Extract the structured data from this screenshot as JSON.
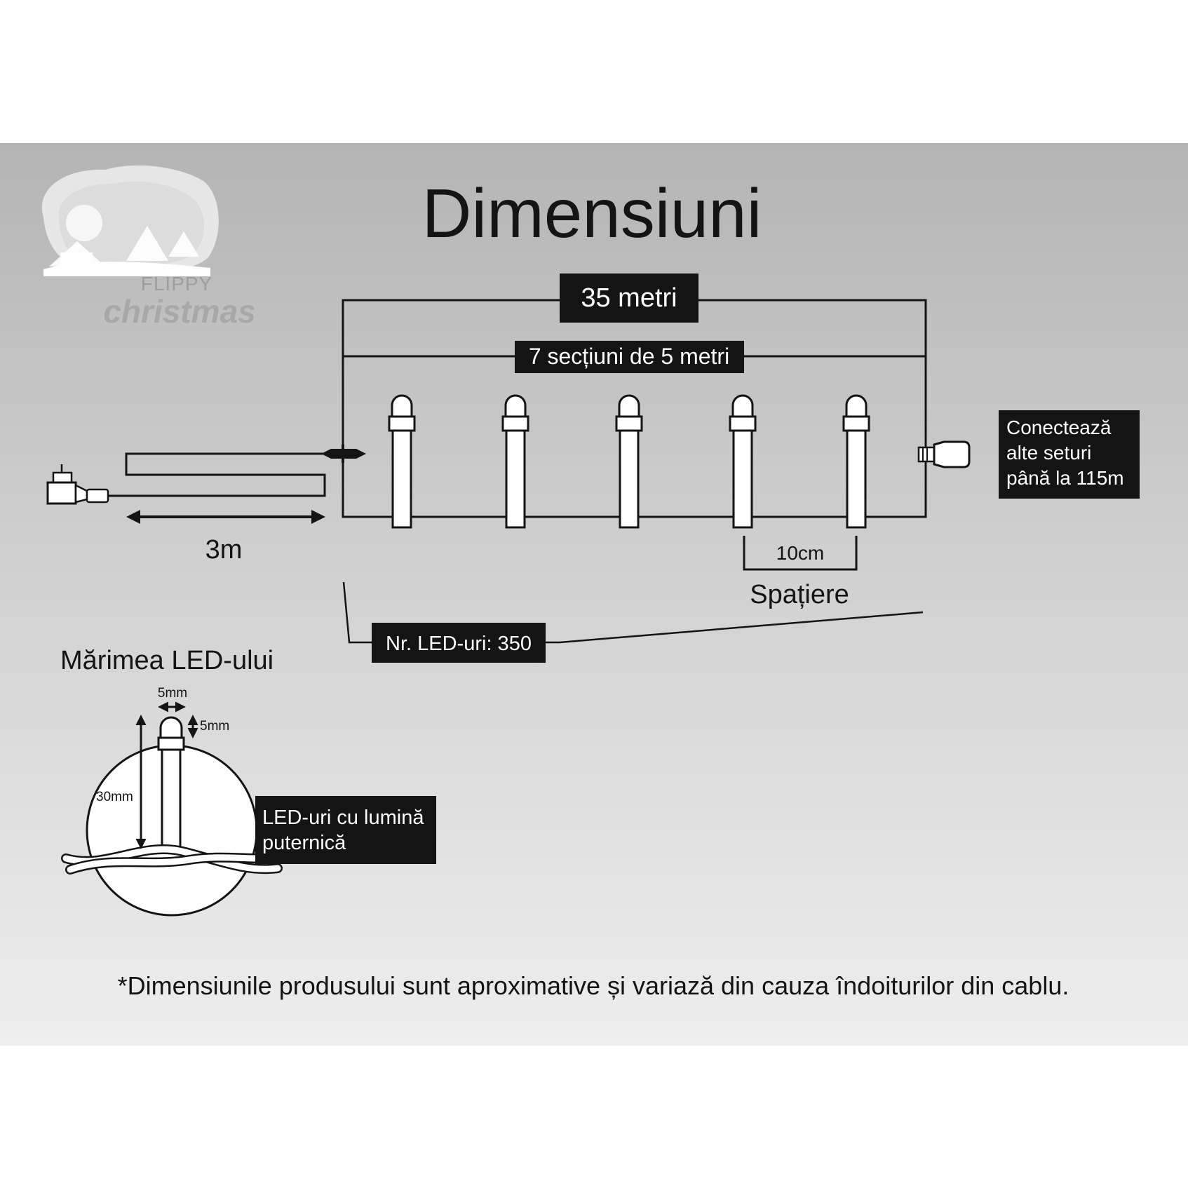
{
  "title": "Dimensiuni",
  "logo": {
    "line1": "FLIPPY",
    "line2": "christmas"
  },
  "labels": {
    "total_length": "35 metri",
    "sections": "7 secțiuni de 5 metri",
    "lead_cable": "3m",
    "spacing_value": "10cm",
    "spacing_label": "Spațiere",
    "led_count": "Nr. LED-uri: 350",
    "connect_line1": "Conectează",
    "connect_line2": "alte seturi",
    "connect_line3": "până la 115m"
  },
  "led_size": {
    "title": "Mărimea LED-ului",
    "width": "5mm",
    "height": "5mm",
    "length": "30mm",
    "badge_line1": "LED-uri cu lumină",
    "badge_line2": "puternică"
  },
  "footnote": "*Dimensiunile produsului sunt aproximative și variază din cauza îndoiturilor din cablu.",
  "colors": {
    "ink": "#141414",
    "label_bg": "#141414",
    "label_text": "#ffffff",
    "part_fill": "#ffffff"
  }
}
